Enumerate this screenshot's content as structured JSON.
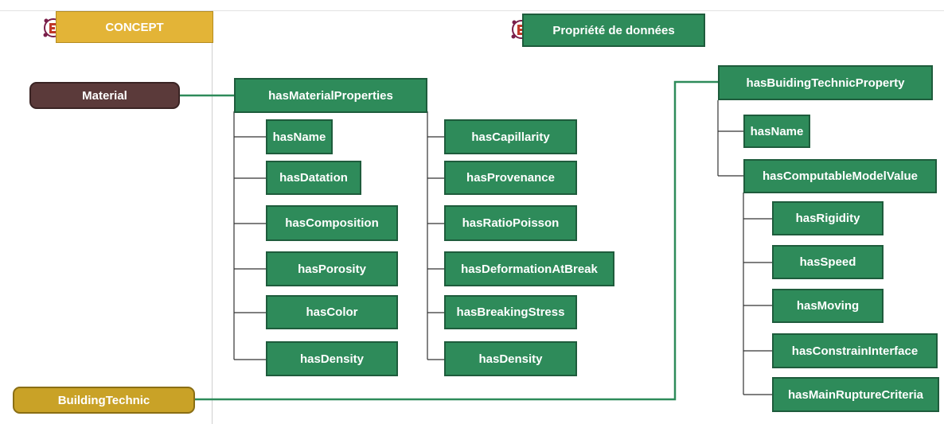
{
  "headers": {
    "concept": "CONCEPT",
    "data_properties": "Propriété de données"
  },
  "concepts": {
    "material": "Material",
    "building_technic": "BuildingTechnic"
  },
  "material_properties": {
    "root": "hasMaterialProperties",
    "left_column": [
      "hasName",
      "hasDatation",
      "hasComposition",
      "hasPorosity",
      "hasColor",
      "hasDensity"
    ],
    "right_column": [
      "hasCapillarity",
      "hasProvenance",
      "hasRatioPoisson",
      "hasDeformationAtBreak",
      "hasBreakingStress",
      "hasDensity"
    ]
  },
  "building_technic_properties": {
    "root": "hasBuidingTechnicProperty",
    "children": [
      "hasName",
      "hasComputableModelValue"
    ],
    "computable_children": [
      "hasRigidity",
      "hasSpeed",
      "hasMoving",
      "hasConstrainInterface",
      "hasMainRuptureCriteria"
    ]
  },
  "colors": {
    "property_green": "#2e8b5a",
    "material_concept": "#5b3a3a",
    "building_concept": "#c9a227",
    "header_yellow": "#e3b437"
  }
}
